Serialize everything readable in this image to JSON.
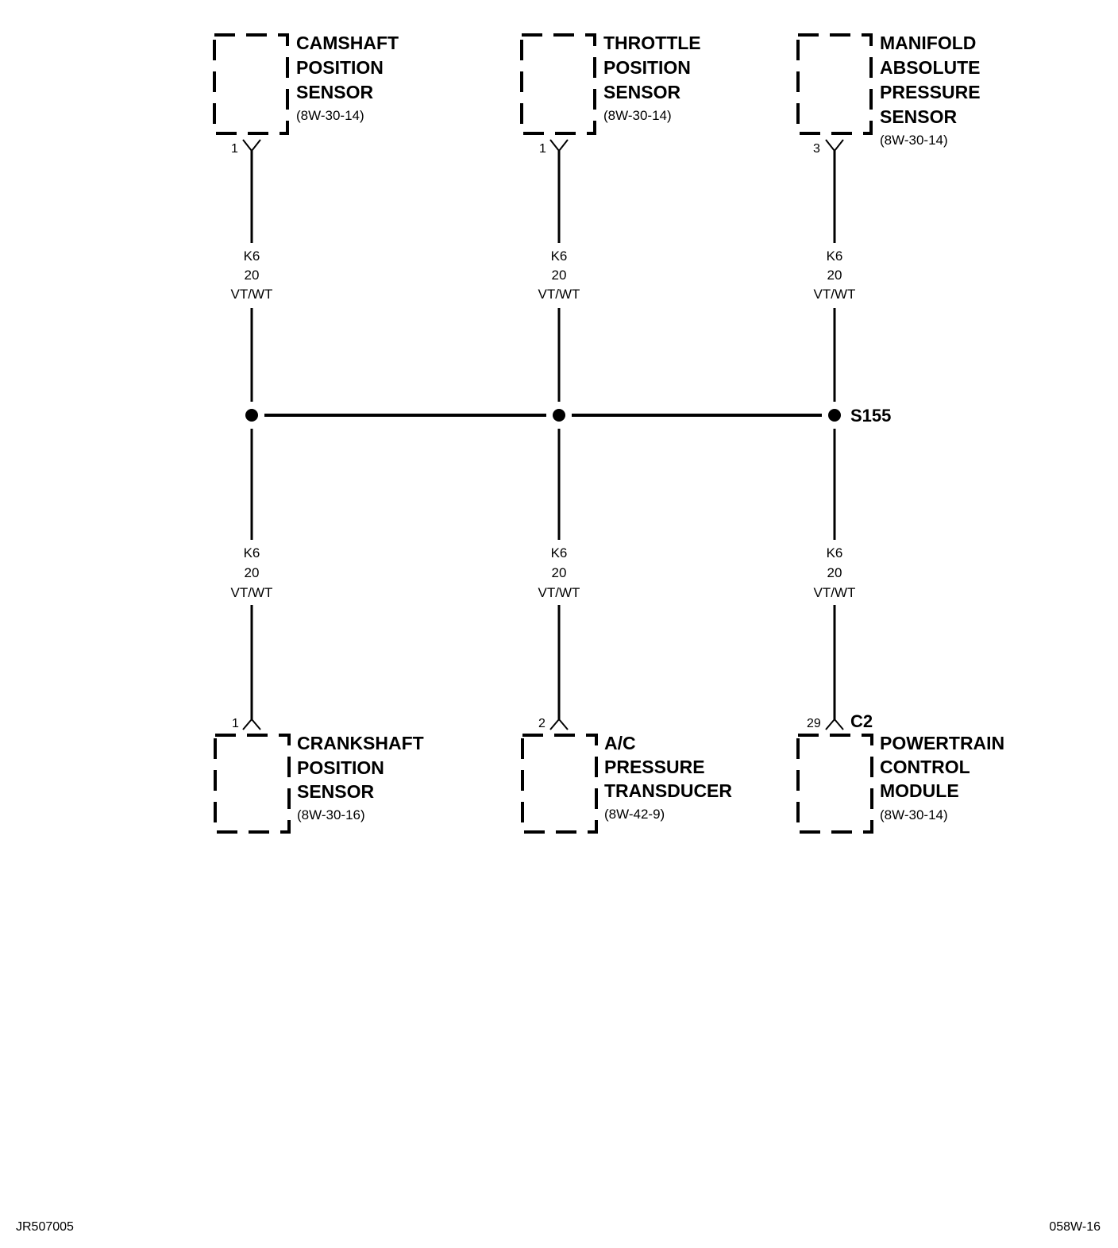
{
  "components": [
    {
      "id": "camshaft",
      "lines": [
        "CAMSHAFT",
        "POSITION",
        "SENSOR"
      ],
      "ref": "(8W-30-14)",
      "pin": "1"
    },
    {
      "id": "throttle",
      "lines": [
        "THROTTLE",
        "POSITION",
        "SENSOR"
      ],
      "ref": "(8W-30-14)",
      "pin": "1"
    },
    {
      "id": "map",
      "lines": [
        "MANIFOLD",
        "ABSOLUTE",
        "PRESSURE",
        "SENSOR"
      ],
      "ref": "(8W-30-14)",
      "pin": "3"
    },
    {
      "id": "crankshaft",
      "lines": [
        "CRANKSHAFT",
        "POSITION",
        "SENSOR"
      ],
      "ref": "(8W-30-16)",
      "pin": "1"
    },
    {
      "id": "ac",
      "lines": [
        "A/C",
        "PRESSURE",
        "TRANSDUCER"
      ],
      "ref": "(8W-42-9)",
      "pin": "2"
    },
    {
      "id": "pcm",
      "lines": [
        "POWERTRAIN",
        "CONTROL",
        "MODULE"
      ],
      "ref": "(8W-30-14)",
      "pin": "29",
      "connector": "C2"
    }
  ],
  "wire": {
    "circuit": "K6",
    "gauge": "20",
    "color": "VT/WT"
  },
  "splice": "S155",
  "footer": {
    "left": "JR507005",
    "right": "058W-16"
  }
}
